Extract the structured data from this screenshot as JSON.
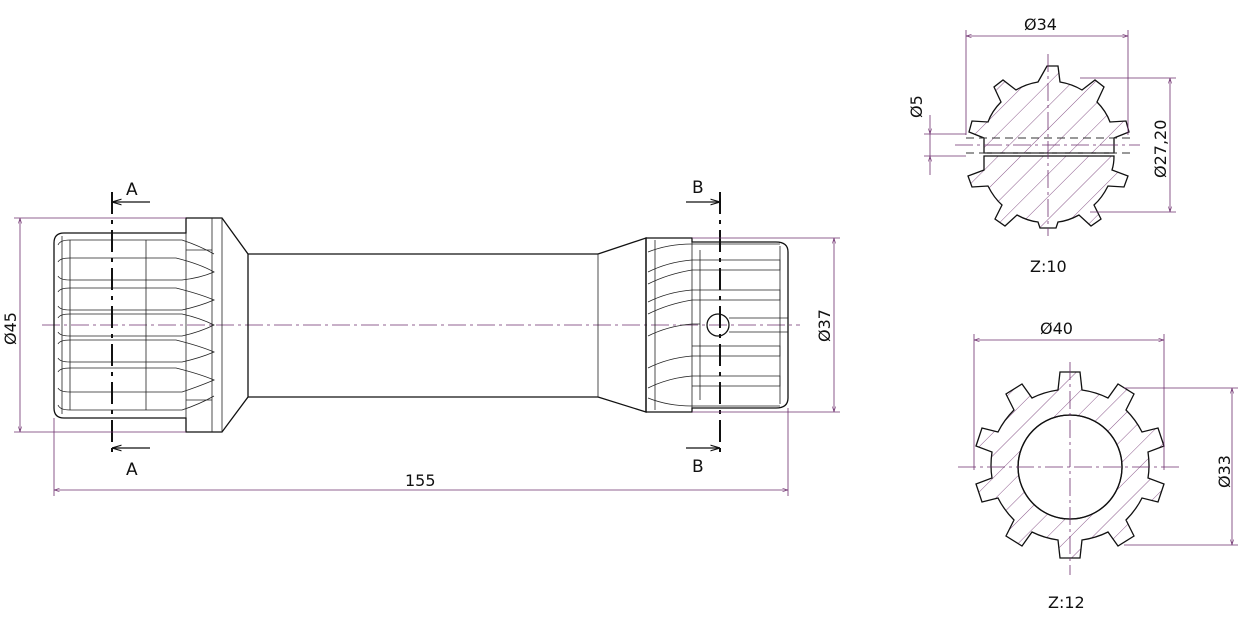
{
  "dimensions": {
    "overall_length": "155",
    "left_diameter": "Ø45",
    "right_diameter": "Ø37",
    "section_a_outer": "Ø34",
    "section_a_hole": "Ø5",
    "section_a_root": "Ø27,20",
    "section_b_outer": "Ø40",
    "section_b_root": "Ø33"
  },
  "section_marks": {
    "a_top": "A",
    "a_bottom": "A",
    "b_top": "B",
    "b_bottom": "B"
  },
  "teeth_labels": {
    "section_a": "Z:10",
    "section_b": "Z:12"
  },
  "colors": {
    "dimension": "#6e2f6e",
    "outline": "#111111"
  }
}
